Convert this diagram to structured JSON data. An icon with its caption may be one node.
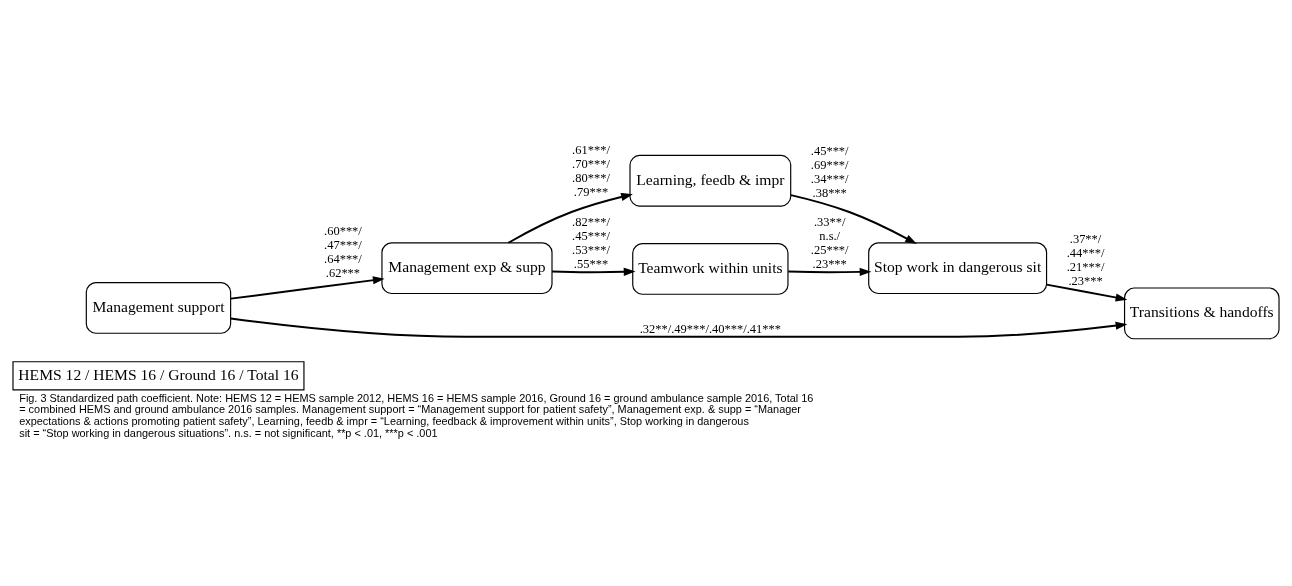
{
  "diagram": {
    "caption": "Fig. 3 Standardized path coefficient. Note: HEMS 12 = HEMS sample 2012, HEMS 16 = HEMS sample 2016, Ground 16 = ground ambulance sample 2016, Total 16 = combined HEMS and ground ambulance 2016 samples. Management support = “Management support for patient safety”, Management exp. & supp = “Manager expectations & actions promoting patient safety”, Learning, feedb & impr = “Learning, feedback & improvement within units”, Stop working in dangerous sit = “Stop working in dangerous situations”. n.s. = not significant, **p < .01, ***p < .001",
    "nodes": [
      {
        "text": [
          "HEMS 12 / HEMS 16 / Ground 16 / Total 16"
        ]
      },
      {
        "text": [
          "Management support"
        ]
      },
      {
        "text": [
          "Management exp & supp"
        ]
      },
      {
        "text": [
          "Learning, feedb & impr"
        ]
      },
      {
        "text": [
          "Teamwork within units"
        ]
      },
      {
        "text": [
          "Stop work in dangerous sit"
        ]
      },
      {
        "text": [
          "Transitions & handoffs"
        ]
      }
    ],
    "edges": [
      {
        "from": 1,
        "to": 2,
        "arrow": "to",
        "label": ".60***/ .47***/ .64***/ .62***"
      },
      {
        "from": 2,
        "to": 3,
        "arrow": "to",
        "label": ".61***/ .70***/ .80***/ .79***"
      },
      {
        "from": 2,
        "to": 4,
        "arrow": "to",
        "label": ".82***/ .45***/ .53***/ .55***"
      },
      {
        "from": 3,
        "to": 5,
        "arrow": "to",
        "label": ".45***/ .69***/ .34***/ .38***"
      },
      {
        "from": 4,
        "to": 5,
        "arrow": "to",
        "label": ".33**/ n.s./ .25***/ .23***"
      },
      {
        "from": 5,
        "to": 6,
        "arrow": "to",
        "label": ".37**/ .44***/ .21***/ .23***"
      },
      {
        "from": 1,
        "to": 6,
        "arrow": "to",
        "label": ".32**/.49***/.40***/.41***"
      }
    ]
  }
}
